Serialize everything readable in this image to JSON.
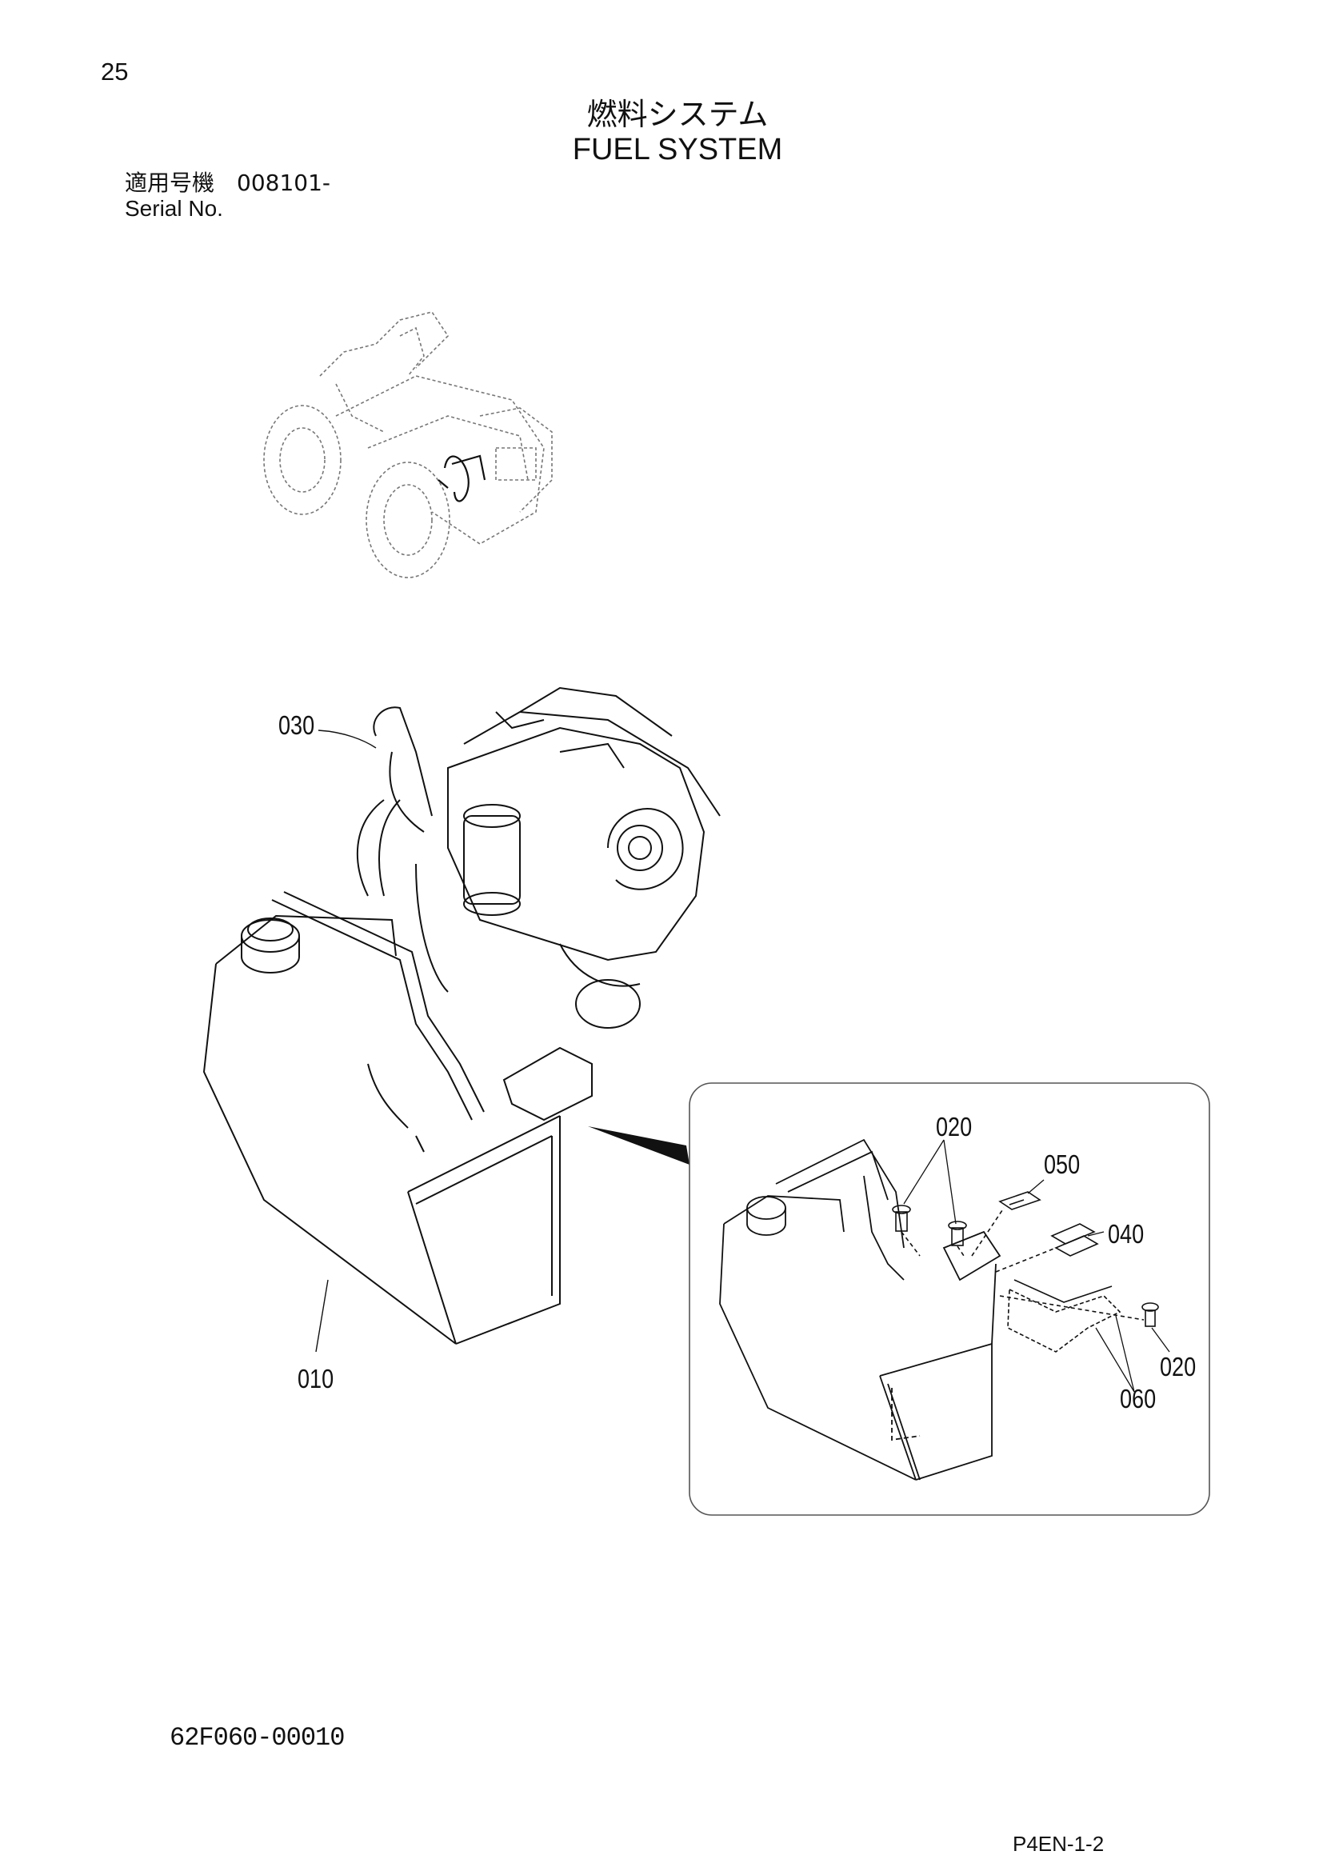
{
  "page": {
    "number": "25",
    "title_jp": "燃料システム",
    "title_en": "FUEL SYSTEM",
    "serial_label_jp": "適用号機　008101-",
    "serial_label_en": "Serial No.",
    "doc_code": "62F060-00010",
    "footer_ref": "P4EN-1-2"
  },
  "callouts": {
    "c030": "030",
    "c010": "010",
    "c020_top": "020",
    "c050": "050",
    "c040": "040",
    "c020_bottom": "020",
    "c060": "060"
  }
}
